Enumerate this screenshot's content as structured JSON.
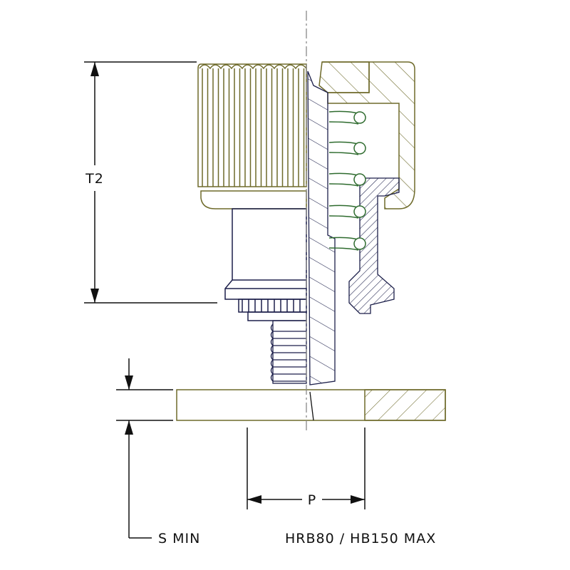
{
  "drawing": {
    "dimension_labels": {
      "height": "T2",
      "panel_thickness": "S MIN",
      "pitch": "P",
      "hardness": "HRB80 / HB150 MAX"
    },
    "colors": {
      "knob": "#6e6a2a",
      "body": "#1c1f4a",
      "spring": "#2e6b2e",
      "panel": "#6e6a2a",
      "dimension": "#111111",
      "centerline": "#888888"
    }
  }
}
